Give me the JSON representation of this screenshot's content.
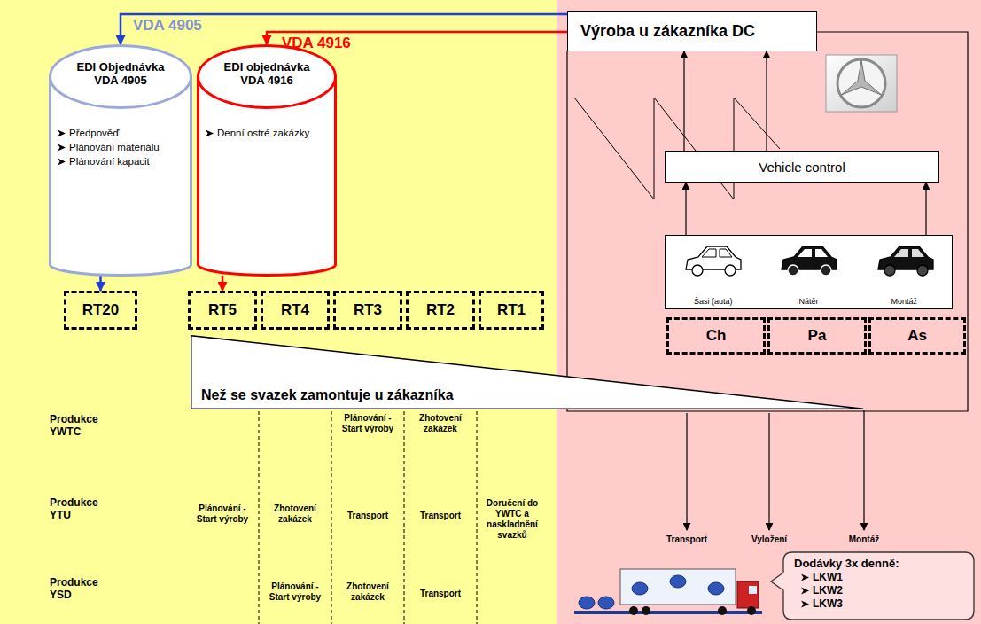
{
  "diagram": {
    "nodes": [
      {
        "text": [
          "EDI Objednávka VDA 4905",
          "Předpověď",
          "Plánování materiálu",
          "Plánování kapacit"
        ]
      },
      {
        "text": [
          "EDI objednávka VDA 4916",
          "Denní ostré zakázky"
        ]
      },
      {
        "text": [
          "Výroba u zákazníka DC"
        ]
      },
      {
        "text": [
          "Vehicle control"
        ]
      },
      {
        "text": [
          "Šasi (auta)",
          "Nátěr",
          "Montáž"
        ]
      },
      {
        "text": [
          "RT20"
        ]
      },
      {
        "text": [
          "RT5"
        ]
      },
      {
        "text": [
          "RT4"
        ]
      },
      {
        "text": [
          "RT3"
        ]
      },
      {
        "text": [
          "RT2"
        ]
      },
      {
        "text": [
          "RT1"
        ]
      },
      {
        "text": [
          "Ch"
        ]
      },
      {
        "text": [
          "Pa"
        ]
      },
      {
        "text": [
          "As"
        ]
      },
      {
        "text": [
          "Než se svazek zamontuje u zákazníka"
        ]
      },
      {
        "text": [
          "Dodávky 3x denně:",
          "LKW1",
          "LKW2",
          "LKW3"
        ]
      }
    ],
    "edges": [
      {
        "from": 2,
        "to": 0,
        "arrow": "to",
        "label": "VDA 4905"
      },
      {
        "from": 2,
        "to": 1,
        "arrow": "to",
        "label": "VDA 4916"
      },
      {
        "from": 0,
        "to": 5,
        "arrow": "to"
      },
      {
        "from": 1,
        "to": 6,
        "arrow": "to"
      },
      {
        "from": 4,
        "to": 3,
        "arrow": "to"
      },
      {
        "from": 4,
        "to": 3,
        "arrow": "to"
      },
      {
        "from": 3,
        "to": 2,
        "arrow": "to"
      },
      {
        "from": 3,
        "to": 2,
        "arrow": "to"
      }
    ],
    "labels": [
      "Produkce YWTC",
      "Plánování - Start výroby",
      "Zhotovení zakázek",
      "Produkce YTU",
      "Plánování - Start výroby",
      "Zhotovení zakázek",
      "Transport",
      "Transport",
      "Doručení do YWTC a naskladnění svazků",
      "Produkce YSD",
      "Plánování - Start výroby",
      "Zhotovení zakázek",
      "Transport",
      "Transport",
      "Vyložení",
      "Montáž"
    ]
  }
}
